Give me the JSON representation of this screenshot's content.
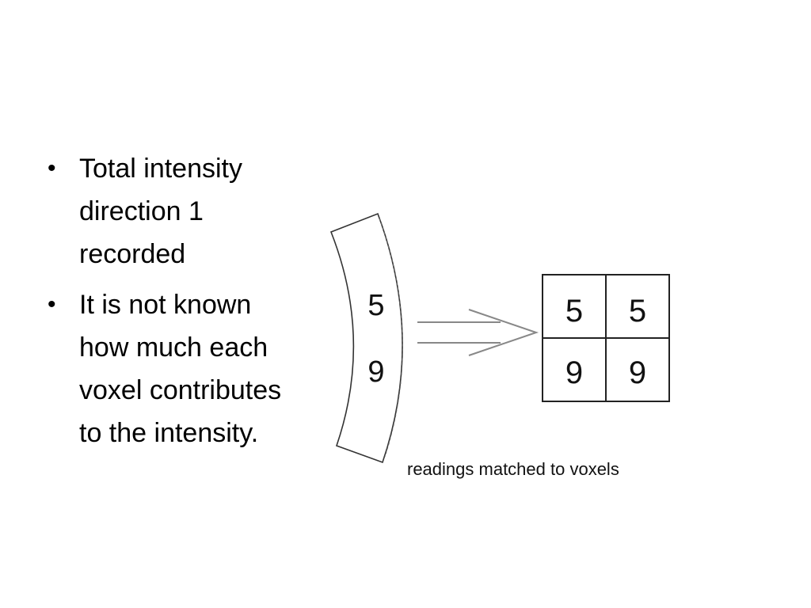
{
  "bullets": [
    "Total intensity direction 1 recorded",
    "It is not known how much each voxel contributes to the intensity."
  ],
  "detector_readings": [
    "5",
    "9"
  ],
  "voxel_grid": [
    [
      "5",
      "5"
    ],
    [
      "9",
      "9"
    ]
  ],
  "caption": "readings matched to voxels"
}
